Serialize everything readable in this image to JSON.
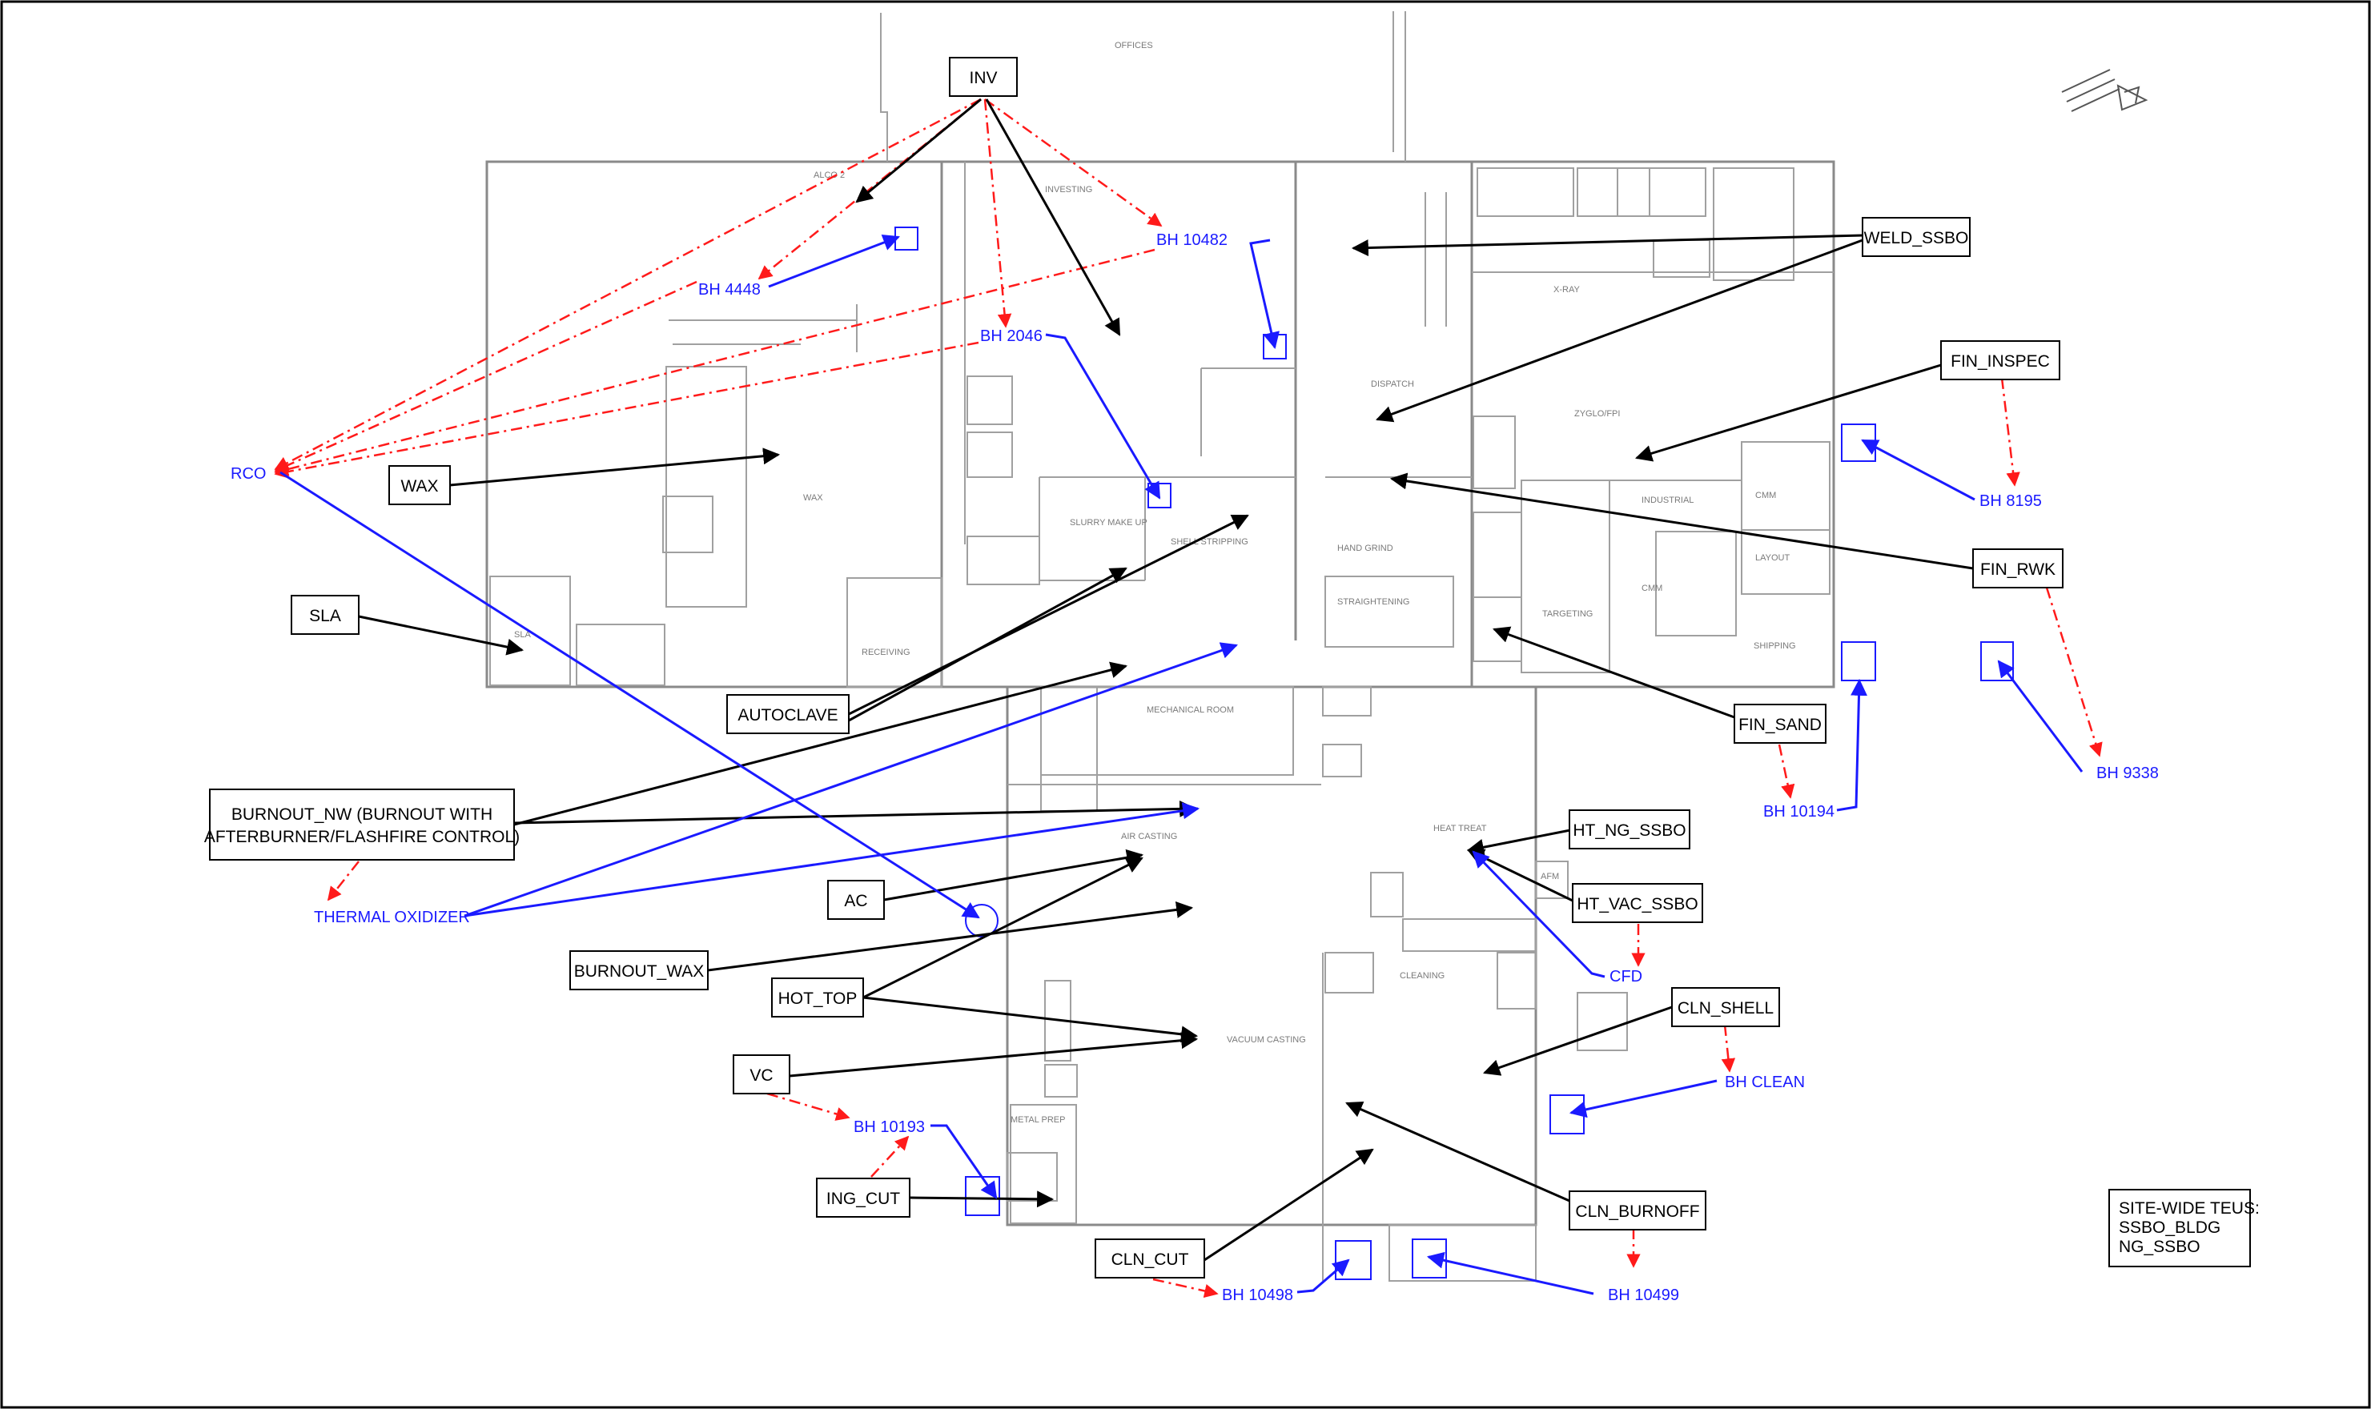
{
  "rooms": [
    {
      "label": "OFFICES"
    },
    {
      "label": "ALCO 2"
    },
    {
      "label": "INVESTING"
    },
    {
      "label": "X-RAY"
    },
    {
      "label": "DISPATCH"
    },
    {
      "label": "ZYGLO/FPI"
    },
    {
      "label": "WAX"
    },
    {
      "label": "SLURRY MAKE UP"
    },
    {
      "label": "SHELL STRIPPING"
    },
    {
      "label": "HAND GRIND"
    },
    {
      "label": "INDUSTRIAL"
    },
    {
      "label": "CMM"
    },
    {
      "label": "CMM"
    },
    {
      "label": "LAYOUT"
    },
    {
      "label": "STRAIGHTENING"
    },
    {
      "label": "TARGETING"
    },
    {
      "label": "SHIPPING"
    },
    {
      "label": "SLA"
    },
    {
      "label": "RECEIVING"
    },
    {
      "label": "MECHANICAL ROOM"
    },
    {
      "label": "AIR CASTING"
    },
    {
      "label": "HEAT TREAT"
    },
    {
      "label": "AFM"
    },
    {
      "label": "CLEANING"
    },
    {
      "label": "VACUUM CASTING"
    },
    {
      "label": "METAL PREP"
    }
  ],
  "black_labels": {
    "inv": "INV",
    "weld_ssbo": "WELD_SSBO",
    "fin_inspec": "FIN_INSPEC",
    "wax": "WAX",
    "fin_rwk": "FIN_RWK",
    "sla": "SLA",
    "fin_sand": "FIN_SAND",
    "autoclave": "AUTOCLAVE",
    "burnout_nw_line1": "BURNOUT_NW (BURNOUT WITH",
    "burnout_nw_line2": "AFTERBURNER/FLASHFIRE CONTROL)",
    "ht_ng_ssbo": "HT_NG_SSBO",
    "ht_vac_ssbo": "HT_VAC_SSBO",
    "ac": "AC",
    "burnout_wax": "BURNOUT_WAX",
    "hot_top": "HOT_TOP",
    "cln_shell": "CLN_SHELL",
    "vc": "VC",
    "ing_cut": "ING_CUT",
    "cln_burnoff": "CLN_BURNOFF",
    "cln_cut": "CLN_CUT",
    "site_wide_line1": "SITE-WIDE TEUS:",
    "site_wide_line2": "SSBO_BLDG",
    "site_wide_line3": "NG_SSBO"
  },
  "blue_labels": {
    "bh_10482": "BH 10482",
    "bh_4448": "BH 4448",
    "bh_2046": "BH 2046",
    "rco": "RCO",
    "bh_8195": "BH 8195",
    "bh_9338": "BH 9338",
    "bh_10194": "BH 10194",
    "thermal_oxidizer": "THERMAL OXIDIZER",
    "cfd": "CFD",
    "bh_clean": "BH CLEAN",
    "bh_10193": "BH 10193",
    "bh_10498": "BH 10498",
    "bh_10499": "BH 10499"
  },
  "colors": {
    "black_arrow": "#000000",
    "blue": "#1a1aff",
    "red_dashed": "#ff1a1a",
    "walls": "#8a8a8a"
  },
  "icons": {
    "north_arrow": "north-arrow-icon"
  }
}
